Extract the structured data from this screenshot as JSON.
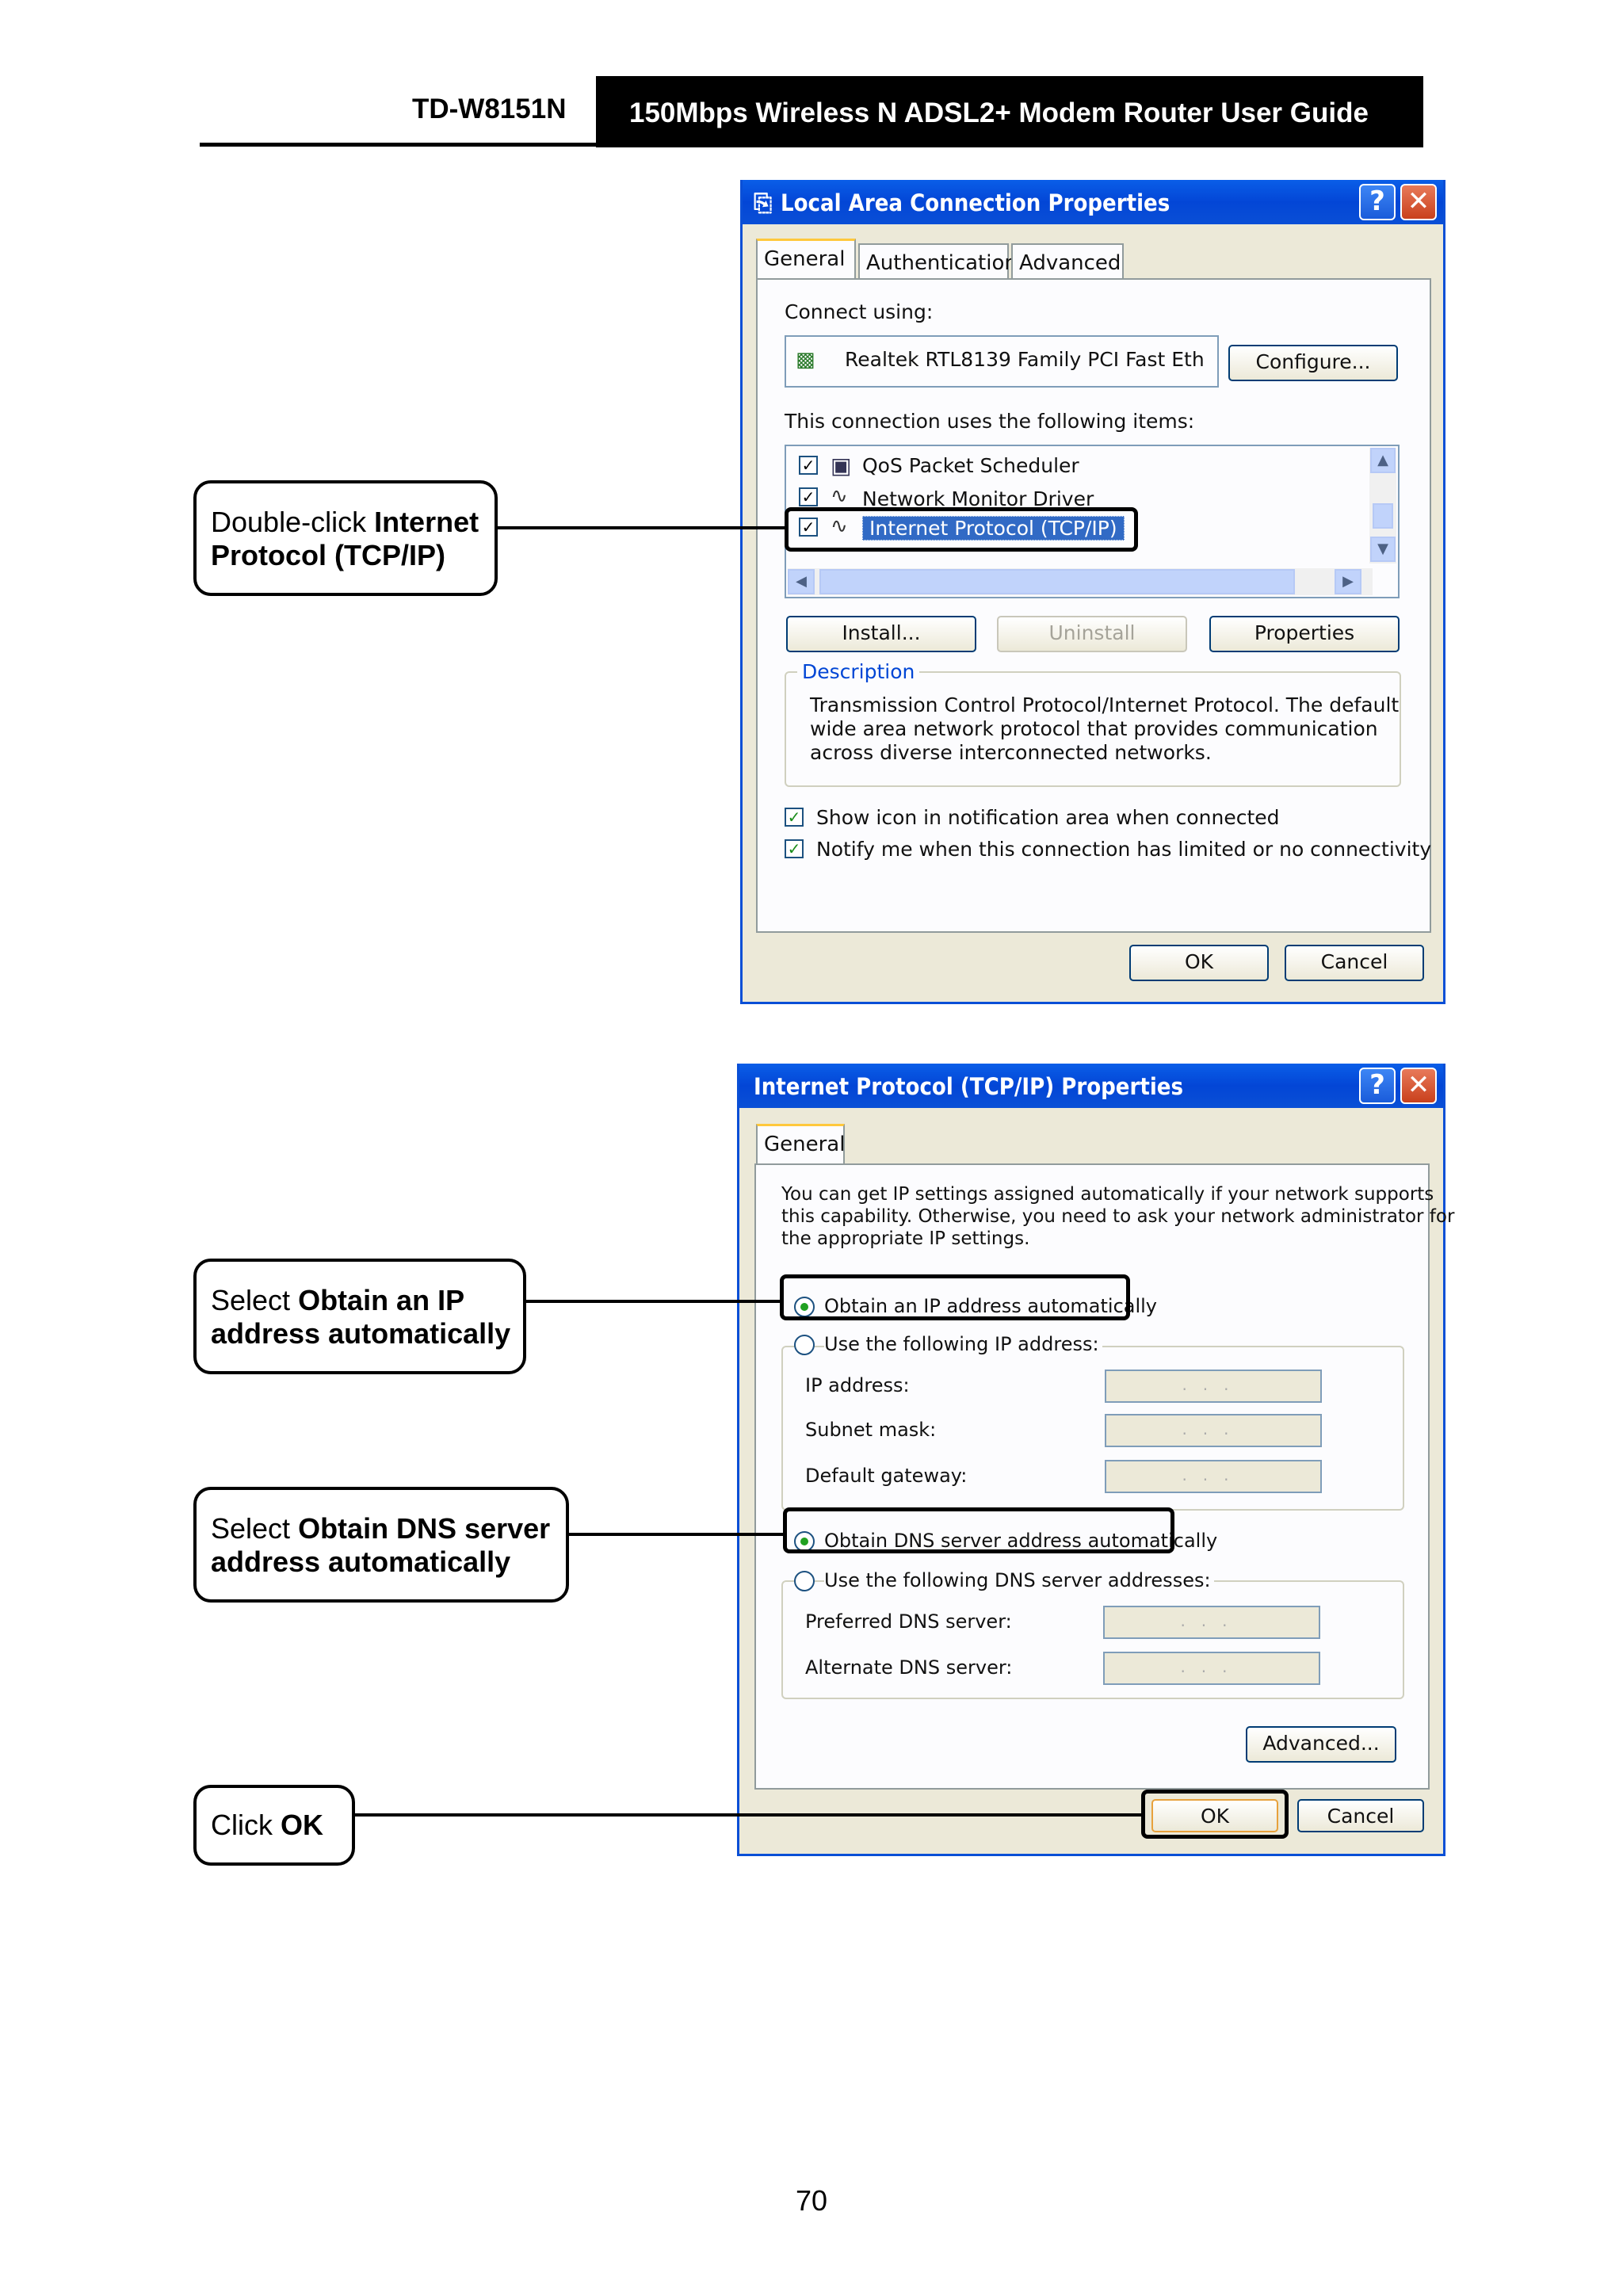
{
  "header": {
    "model": "TD-W8151N",
    "guide_title": "150Mbps Wireless N ADSL2+ Modem Router User Guide"
  },
  "window1": {
    "title": "Local Area Connection Properties",
    "tabs": [
      "General",
      "Authentication",
      "Advanced"
    ],
    "connect_using_label": "Connect using:",
    "adapter_name": "Realtek RTL8139 Family PCI Fast Eth",
    "configure_button": "Configure...",
    "items_label": "This connection uses the following items:",
    "items": [
      {
        "label": "QoS Packet Scheduler",
        "checked": true
      },
      {
        "label": "Network Monitor Driver",
        "checked": true
      },
      {
        "label": "Internet Protocol (TCP/IP)",
        "checked": true,
        "selected": true
      }
    ],
    "install_button": "Install...",
    "uninstall_button": "Uninstall",
    "properties_button": "Properties",
    "description_label": "Description",
    "description_text_1": "Transmission Control Protocol/Internet Protocol. The default",
    "description_text_2": "wide area network protocol that provides communication",
    "description_text_3": "across diverse interconnected networks.",
    "show_icon_label": "Show icon in notification area when connected",
    "notify_label": "Notify me when this connection has limited or no connectivity",
    "ok_button": "OK",
    "cancel_button": "Cancel"
  },
  "window2": {
    "title": "Internet Protocol (TCP/IP) Properties",
    "tab": "General",
    "intro_1": "You can get IP settings assigned automatically if your network supports",
    "intro_2": "this capability. Otherwise, you need to ask your network administrator for",
    "intro_3": "the appropriate IP settings.",
    "obtain_ip_label": "Obtain an IP address automatically",
    "use_ip_label": "Use the following IP address:",
    "ip_address_label": "IP address:",
    "subnet_label": "Subnet mask:",
    "gateway_label": "Default gateway:",
    "obtain_dns_label": "Obtain DNS server address automatically",
    "use_dns_label": "Use the following DNS server addresses:",
    "preferred_dns_label": "Preferred DNS server:",
    "alternate_dns_label": "Alternate DNS server:",
    "field_dots": "...",
    "advanced_button": "Advanced...",
    "ok_button": "OK",
    "cancel_button": "Cancel"
  },
  "callouts": {
    "c1_prefix": "Double-click ",
    "c1_bold_1": "Internet",
    "c1_bold_2": "Protocol (TCP/IP)",
    "c2_prefix": "Select ",
    "c2_bold_1": "Obtain an IP",
    "c2_bold_2": "address automatically",
    "c3_prefix": "Select ",
    "c3_bold_1": "Obtain DNS server",
    "c3_bold_2": "address automatically",
    "c4_prefix": "Click ",
    "c4_bold": "OK"
  },
  "page_number": "70",
  "colors": {
    "titlebar": "#0a4fd6",
    "window_bg": "#ece9d8",
    "selection": "#316ac5",
    "check_green": "#21a121"
  }
}
